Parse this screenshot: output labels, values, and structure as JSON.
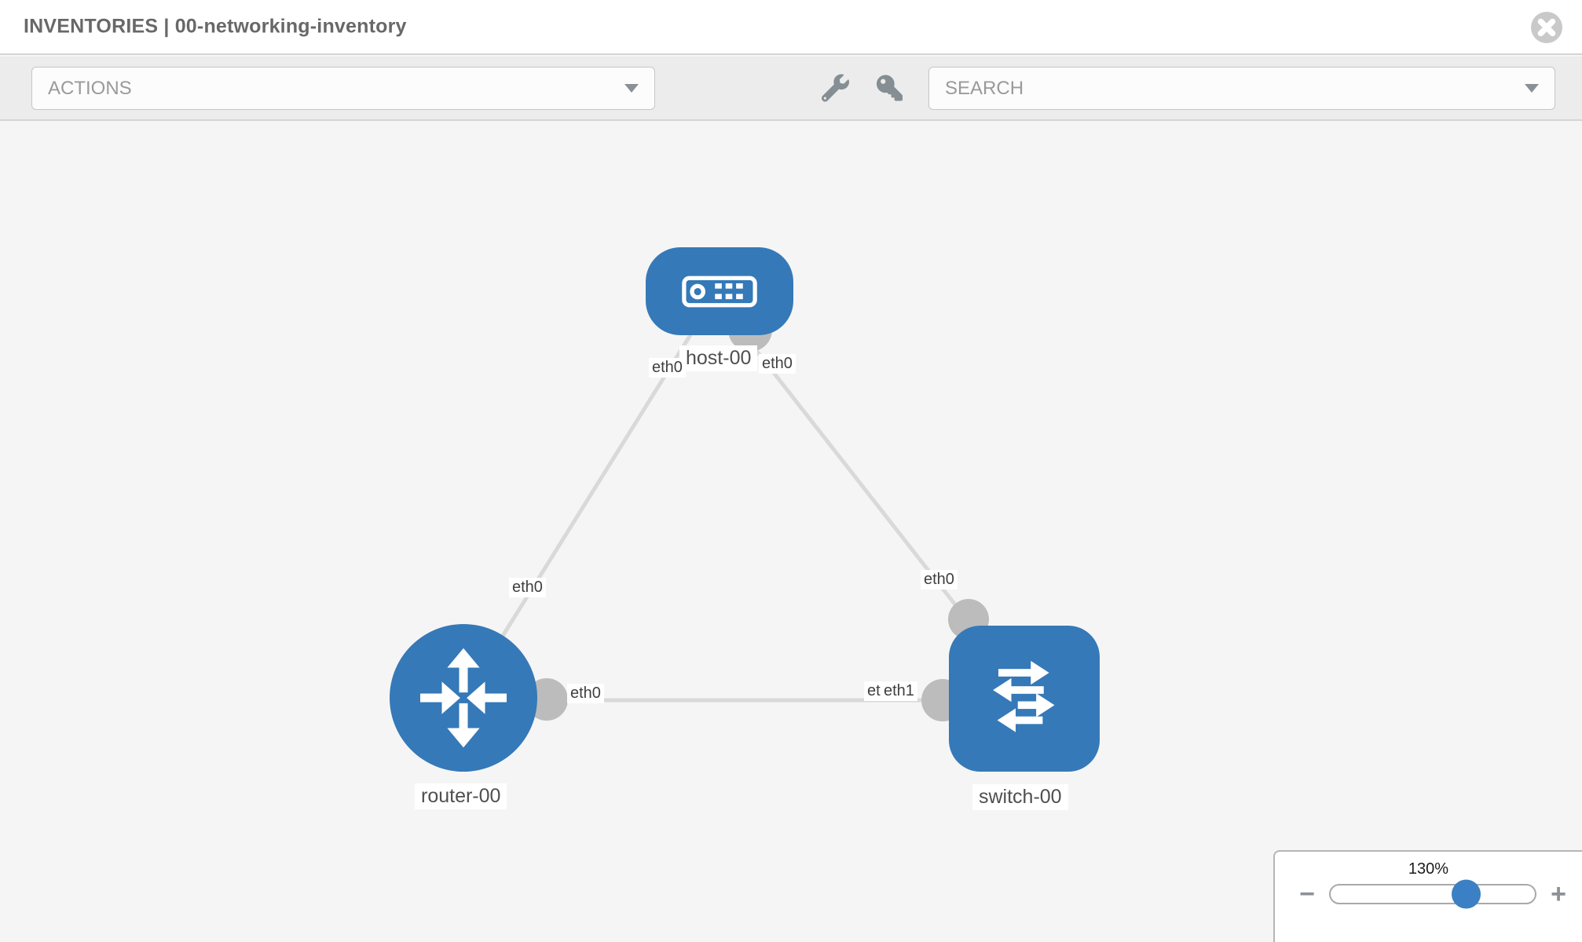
{
  "header": {
    "title": "INVENTORIES | 00-networking-inventory"
  },
  "toolbar": {
    "actions_label": "ACTIONS",
    "search_placeholder": "SEARCH"
  },
  "topology": {
    "nodes": [
      {
        "label": "host-00",
        "type": "host"
      },
      {
        "label": "router-00",
        "type": "router"
      },
      {
        "label": "switch-00",
        "type": "switch"
      }
    ],
    "links": [
      {
        "from": "host-00",
        "to": "router-00",
        "from_interface": "eth0",
        "to_interface": "eth0"
      },
      {
        "from": "host-00",
        "to": "switch-00",
        "from_interface": "eth0",
        "to_interface": "eth0"
      },
      {
        "from": "router-00",
        "to": "switch-00",
        "from_interface": "eth0",
        "to_interface": "eth1"
      }
    ],
    "iface_labels": [
      {
        "text": "eth0"
      },
      {
        "text": "eth0"
      },
      {
        "text": "eth0"
      },
      {
        "text": "eth0"
      },
      {
        "text": "eth0"
      },
      {
        "text": "eth0",
        "partially_hidden": true
      },
      {
        "text": "eth1"
      }
    ]
  },
  "zoom_control": {
    "level": "130%",
    "minus_label": "−",
    "plus_label": "+"
  },
  "colors": {
    "node_blue": "#3579b8",
    "link_gray": "#d9d9d9",
    "connector_gray": "#bcbcbc",
    "slider_thumb_blue": "#3b80c4",
    "toolbar_gray": "#ececec"
  }
}
